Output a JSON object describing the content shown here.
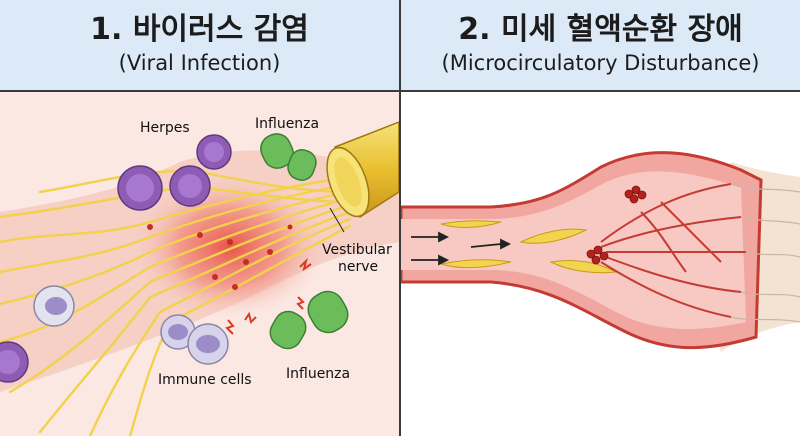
{
  "left_panel": {
    "title": "1. 바이러스 감염",
    "subtitle": "(Viral Infection)",
    "labels": {
      "herpes": "Herpes",
      "influenza_top": "Influenza",
      "vestibular_line1": "Vestibular",
      "vestibular_line2": "nerve",
      "immune_cells": "Immune cells",
      "influenza_bottom": "Influenza"
    }
  },
  "right_panel": {
    "title": "2. 미세 혈액순환 장애",
    "subtitle": "(Microcirculatory Disturbance)"
  },
  "colors": {
    "header_bg": "#dceaf7",
    "nerve_yellow": "#f2d24b",
    "inflammation_red": "#e8473b",
    "virus_purple": "#8e5bb5",
    "bacteria_green": "#6bbd5b",
    "vessel_red": "#d9534f"
  }
}
